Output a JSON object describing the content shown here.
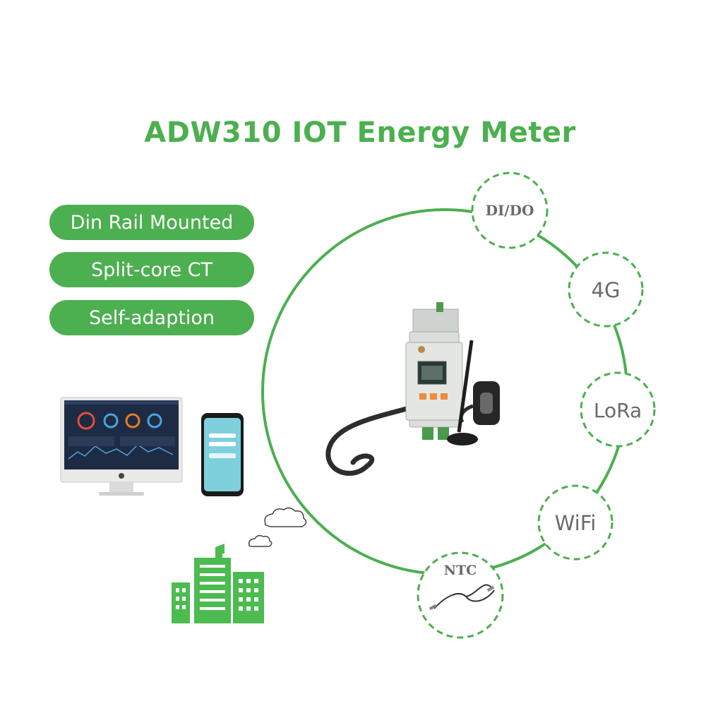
{
  "title": "ADW310 IOT Energy Meter",
  "features": [
    "Din Rail Mounted",
    "Split-core CT",
    "Self-adaption"
  ],
  "interfaces": {
    "dido": "DI/DO",
    "g4": "4G",
    "lora": "LoRa",
    "wifi": "WiFi",
    "ntc": "NTC"
  },
  "colors": {
    "accent": "#4caf50",
    "badge_text": "#6a6a6a"
  },
  "icons": [
    "computer-monitor-icon",
    "smartphone-icon",
    "cloud-icon",
    "city-buildings-icon",
    "energy-meter-device",
    "ntc-sensor-cable"
  ]
}
